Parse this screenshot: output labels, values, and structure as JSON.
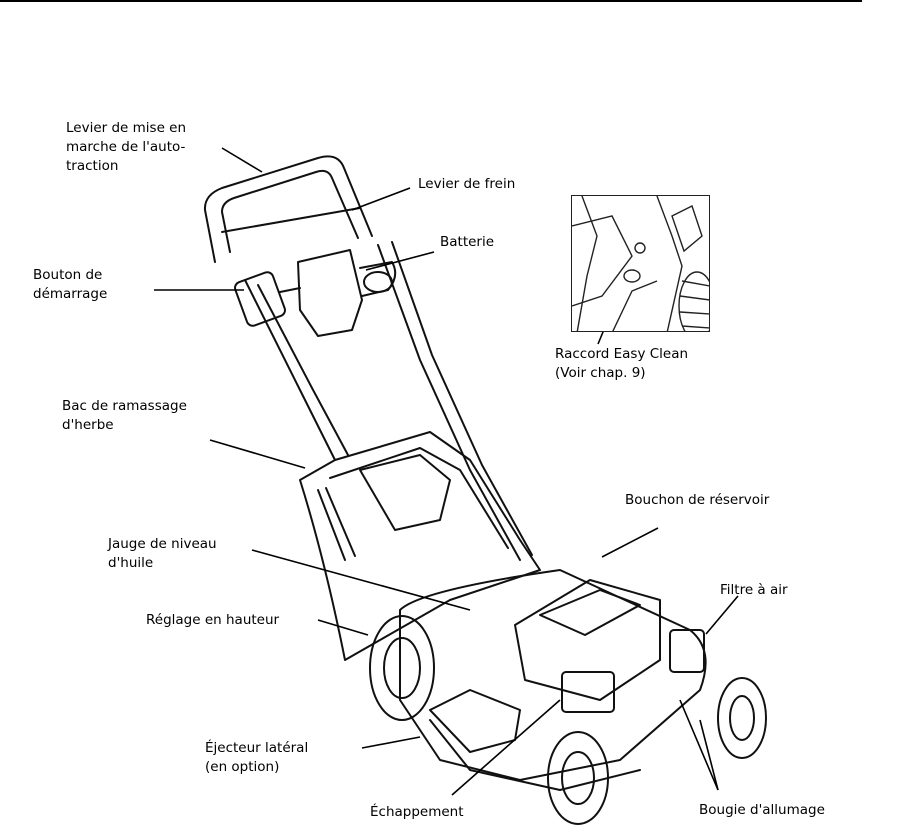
{
  "labels": {
    "auto_traction_lever": "Levier de mise en\nmarche de l'auto-\ntraction",
    "brake_lever": "Levier de frein",
    "battery": "Batterie",
    "start_button": "Bouton de\ndémarrage",
    "easy_clean": "Raccord Easy Clean\n(Voir chap. 9)",
    "grass_bag": "Bac de ramassage\nd'herbe",
    "fuel_cap": "Bouchon de réservoir",
    "oil_dipstick": "Jauge de niveau\nd'huile",
    "air_filter": "Filtre à air",
    "height_adjust": "Réglage en hauteur",
    "side_ejector": "Éjecteur latéral\n(en option)",
    "exhaust": "Échappement",
    "spark_plug": "Bougie d'allumage"
  }
}
